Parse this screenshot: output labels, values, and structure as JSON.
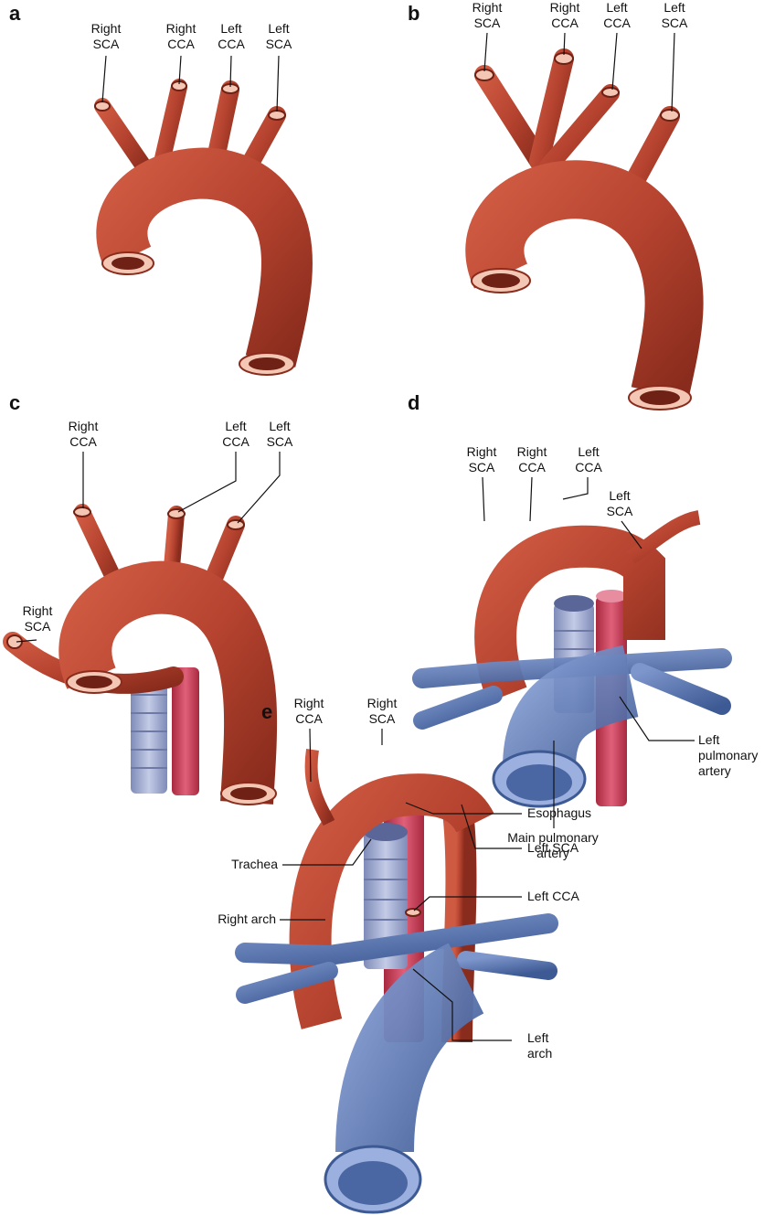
{
  "colors": {
    "aorta": "#b5432f",
    "aorta_dark": "#8a2c1d",
    "aorta_light": "#d9735c",
    "lumen_ring": "#f3c7b4",
    "lumen_dark": "#6e2114",
    "pulmonary": "#5d79b5",
    "pulmonary_dark": "#3e5a94",
    "trachea": "#9aa5cc",
    "esophagus": "#c93f57"
  },
  "panels": {
    "a": {
      "letter": "a",
      "labels": {
        "right_sca": [
          "Right",
          "SCA"
        ],
        "right_cca": [
          "Right",
          "CCA"
        ],
        "left_cca": [
          "Left",
          "CCA"
        ],
        "left_sca": [
          "Left",
          "SCA"
        ]
      }
    },
    "b": {
      "letter": "b",
      "labels": {
        "right_sca": [
          "Right",
          "SCA"
        ],
        "right_cca": [
          "Right",
          "CCA"
        ],
        "left_cca": [
          "Left",
          "CCA"
        ],
        "left_sca": [
          "Left",
          "SCA"
        ]
      }
    },
    "c": {
      "letter": "c",
      "labels": {
        "right_cca": [
          "Right",
          "CCA"
        ],
        "left_cca": [
          "Left",
          "CCA"
        ],
        "left_sca": [
          "Left",
          "SCA"
        ],
        "right_sca": [
          "Right",
          "SCA"
        ]
      }
    },
    "d": {
      "letter": "d",
      "labels": {
        "right_sca": [
          "Right",
          "SCA"
        ],
        "right_cca": [
          "Right",
          "CCA"
        ],
        "left_cca": [
          "Left",
          "CCA"
        ],
        "left_sca": [
          "Left",
          "SCA"
        ],
        "left_pulmonary_artery": [
          "Left",
          "pulmonary",
          "artery"
        ],
        "main_pulmonary_artery": [
          "Main pulmonary",
          "artery"
        ]
      }
    },
    "e": {
      "letter": "e",
      "labels": {
        "right_cca": [
          "Right",
          "CCA"
        ],
        "right_sca": [
          "Right",
          "SCA"
        ],
        "esophagus": "Esophagus",
        "left_sca": "Left SCA",
        "trachea": "Trachea",
        "left_cca": "Left CCA",
        "right_arch": "Right arch",
        "left_arch": [
          "Left",
          "arch"
        ]
      }
    }
  }
}
